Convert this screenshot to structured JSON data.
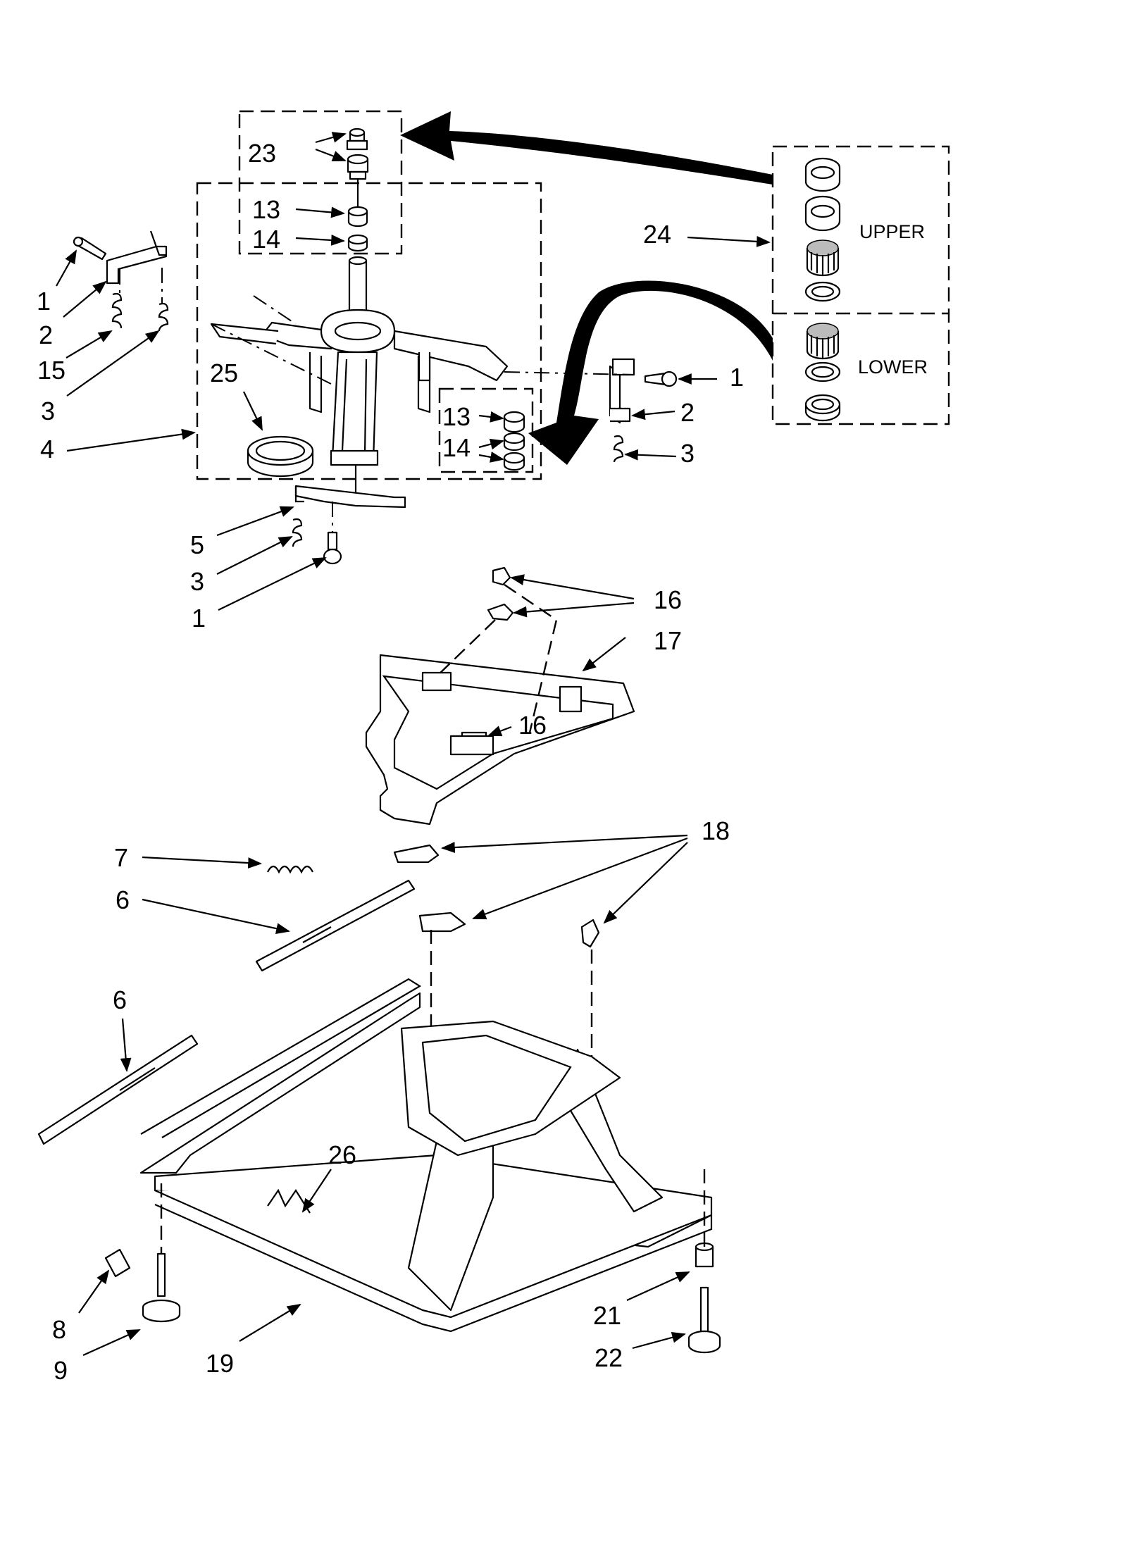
{
  "callouts": {
    "upper_label": "UPPER",
    "lower_label": "LOWER",
    "n1": "1",
    "n2": "2",
    "n3": "3",
    "n4": "4",
    "n5": "5",
    "n6": "6",
    "n7": "7",
    "n8": "8",
    "n9": "9",
    "n13": "13",
    "n14": "14",
    "n15": "15",
    "n16": "16",
    "n17": "17",
    "n18": "18",
    "n19": "19",
    "n21": "21",
    "n22": "22",
    "n23": "23",
    "n24": "24",
    "n25": "25",
    "n26": "26"
  },
  "style": {
    "ink": "#000000",
    "paper": "#ffffff"
  }
}
